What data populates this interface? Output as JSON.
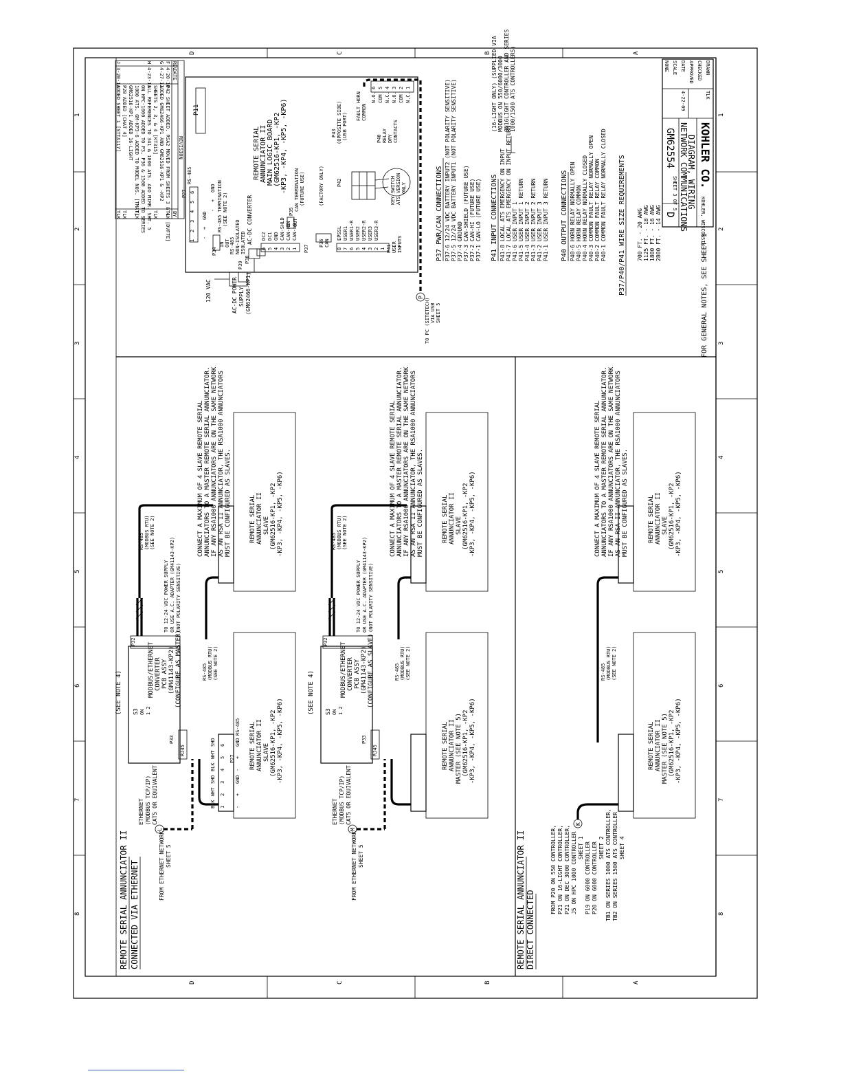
{
  "frame": {
    "zones_left": [
      "8",
      "7",
      "6",
      "5",
      "4",
      "3",
      "2",
      "1"
    ],
    "zones_top": [
      "D",
      "C",
      "B",
      "A"
    ]
  },
  "revisions": {
    "header": "REVISION",
    "col_rev": "REV",
    "col_date": "DATE",
    "col_by": "BY",
    "rows": [
      {
        "rev": "F",
        "date": "4-20-10",
        "desc": "P42 SHEET ADDED. RSA2 MOVED FROM SHEETS 3 & 4. [DVF7E]",
        "by": "TLK"
      },
      {
        "rev": "G",
        "date": "4-27-11",
        "desc": "ADDED GM62466-KP1 AND GM62516-KP1 & -KP2",
        "by": ""
      },
      {
        "rev": "",
        "date": "",
        "desc": "SHEETS 2, 3, & 4 [KT315]",
        "by": "TLK"
      },
      {
        "rev": "H",
        "date": "4-23-13",
        "desc": "ALL REFERENCES TO 341 & 1000 ATS. ADD MIRR. SHT. 5",
        "by": ""
      },
      {
        "rev": "",
        "date": "",
        "desc": "ON HPC-1000 ADDED TO P3, P36 & 1500 ADDED TO SERIES",
        "by": ""
      },
      {
        "rev": "",
        "date": "",
        "desc": "1000 ATS. GM-KP3-6 ADDED TO MODEL NOS. [TMAT]",
        "by": "TLK"
      },
      {
        "rev": "",
        "date": "",
        "desc": "GM62516-KP1 ADDED 16-LIGHT",
        "by": ""
      },
      {
        "rev": "",
        "date": "",
        "desc": "P20 ADDED [CHAT 4]",
        "by": "TLK"
      },
      {
        "rev": "J",
        "date": "3-20-14",
        "desc": "ADDED SHEET 1 [STTA117]",
        "by": "TLK"
      }
    ]
  },
  "ethernet_section": {
    "title_line1": "REMOTE SERIAL ANNUNCIATOR II",
    "title_line2": "CONNECTED VIA ETHERNET",
    "groups": [
      {
        "source": [
          "FROM ETHERNET NETWORK",
          "SHEET 5"
        ],
        "bubble": "L",
        "ethernet_label": [
          "ETHERNET",
          "(MODBUS TCP/IP)",
          "CAT5 OR EQUIVALENT"
        ],
        "see_note": "(SEE NOTE 4)",
        "rj45": "RJ45",
        "p33": "P33",
        "p32": "P32",
        "s3": [
          "S3",
          "ON",
          "1 2"
        ],
        "converter": [
          "MODBUS/ETHERNET",
          "CONVERTER",
          "PCB ASSY",
          "(GM41143-KP2)",
          "(CONFIGURE AS MASTER)"
        ],
        "power": [
          "TO 12-24 VDC POWER SUPPLY",
          "OR USE A.C. ADAPTER (GM41143-KP2)",
          "(NOT POLARITY SENSITIVE)"
        ],
        "rs485_top": [
          "RS-485",
          "(MODBUS RTU)",
          "(SEE NOTE 2)"
        ],
        "rs485_mid": [
          "RS-485",
          "(MODBUS RTU)",
          "(SEE NOTE 2)"
        ],
        "slave_a": [
          "REMOTE SERIAL",
          "ANNUNCIATOR II",
          "SLAVE",
          "(GM62516-KP1, -KP2",
          "-KP3, -KP4, -KP5, -KP6)"
        ],
        "slave_b": [
          "REMOTE SERIAL",
          "ANNUNCIATOR II",
          "SLAVE",
          "(GM62516-KP1, -KP2",
          "-KP3, -KP4, -KP5, -KP6)"
        ],
        "note": [
          "CONNECT A MAXIMUM OF 4 SLAVE REMOTE SERIAL",
          "ANNUNCIATORS TO A MASTER REMOTE SERIAL ANNUNCIATOR.",
          "IF ANY RSA1000 ANNUNCIATORS ARE ON THE SAME NETWORK",
          "AS AN RSA II ANNUNCIATOR, THE RSA1000 ANNUNCIATORS",
          "MUST BE CONFIGURED AS SLAVES."
        ]
      },
      {
        "source": [
          "FROM ETHERNET NETWORK",
          "SHEET 5"
        ],
        "bubble": "M",
        "ethernet_label": [
          "ETHERNET",
          "(MODBUS TCP/IP)",
          "CAT5 OR EQUIVALENT"
        ],
        "see_note": "(SEE NOTE 4)",
        "rj45": "RJ45",
        "p33": "P33",
        "p32": "P32",
        "s3": [
          "S3",
          "ON",
          "1 2"
        ],
        "converter": [
          "MODBUS/ETHERNET",
          "CONVERTER",
          "PCB ASSY",
          "(GM41143-KP2)",
          "(CONFIGURE AS SLAVE)"
        ],
        "power": [
          "TO 12-24 VDC POWER SUPPLY",
          "OR USE A.C. ADAPTER (GM41143-KP2)",
          "(NOT POLARITY SENSITIVE)"
        ],
        "rs485_top": [
          "RS-485",
          "(MODBUS RTU)",
          "(SEE NOTE 2)"
        ],
        "rs485_mid": [
          "RS-485",
          "(MODBUS RTU)",
          "(SEE NOTE 2)"
        ],
        "slave_a": [
          "REMOTE SERIAL",
          "ANNUNCIATOR II",
          "MASTER (SEE NOTE 5)",
          "(GM62516-KP1, -KP2",
          "-KP3, -KP4, -KP5, -KP6)"
        ],
        "slave_b": [
          "REMOTE SERIAL",
          "ANNUNCIATOR II",
          "SLAVE",
          "(GM62516-KP1, -KP2",
          "-KP3, -KP4, -KP5, -KP6)"
        ],
        "note": [
          "CONNECT A MAXIMUM OF 4 SLAVE REMOTE SERIAL",
          "ANNUNCIATORS TO A MASTER REMOTE SERIAL ANNUNCIATOR.",
          "IF ANY RSA1000 ANNUNCIATORS ARE ON THE SAME NETWORK",
          "AS AN RSA II ANNUNCIATOR, THE RSA1000 ANNUNCIATORS",
          "MUST BE CONFIGURED AS SLAVES."
        ]
      }
    ]
  },
  "connector": {
    "pins": [
      "1",
      "2",
      "3",
      "4",
      "5",
      "6"
    ],
    "signs": [
      "-",
      "+",
      "GND",
      "-",
      "+",
      "GND"
    ],
    "wires": [
      "BLK",
      "WHT",
      "SHD",
      "BLK",
      "WHT",
      "SHD"
    ],
    "label_p27": "P27",
    "label_rs485": "RS-485",
    "gnd": "GND"
  },
  "direct_section": {
    "title_line1": "REMOTE SERIAL ANNUNCIATOR II",
    "title_line2": "DIRECT CONNECTED",
    "bubble": "K",
    "from_list": [
      "FROM P20 ON 550 CONTROLLER,",
      "P21 ON 16-LIGHT CONTROLLER,",
      "P21 ON DEC 3000 CONTROLLER,",
      "J5 ON HPC 1000 CONTROLLER",
      "SHEET 1",
      "P19 ON 6000 CONTROLLER",
      "P20 ON 6000 CONTROLLER",
      "SHEET 2",
      "TB1 ON SERIES 1000 ATS CONTROLLER,",
      "TB2 ON SERIES 1500 ATS CONTROLLER",
      "SHEET 4"
    ],
    "rs485_mid": [
      "RS-485",
      "(MODBUS RTU)",
      "(SEE NOTE 2)"
    ],
    "master": [
      "REMOTE SERIAL",
      "ANNUNCIATOR II",
      "MASTER (SEE NOTE 5)",
      "(GM62516-KP1, -KP2",
      "-KP3, -KP4, -KP5, -KP6)"
    ],
    "slave": [
      "REMOTE SERIAL",
      "ANNUNCIATOR II",
      "SLAVE",
      "(GM62516-KP1, -KP2",
      "-KP3, -KP4, -KP5, -KP6)"
    ],
    "note": [
      "CONNECT A MAXIMUM OF 4 SLAVE REMOTE SERIAL",
      "ANNUNCIATORS TO A MASTER REMOTE SERIAL ANNUNCIATOR.",
      "IF ANY RSA1000 ANNUNCIATORS ARE ON THE SAME NETWORK",
      "AS AN RSA II ANNUNCIATOR, THE RSA1000 ANNUNCIATORS",
      "MUST BE CONFIGURED AS SLAVES."
    ]
  },
  "board": {
    "p11": "P11",
    "title": [
      "REMOTE SERIAL",
      "ANNUNCIATOR II",
      "MAIN LOGIC BOARD",
      "(GM62516-KP1, -KP2",
      "-KP3, -KP4, -KP5, -KP6)"
    ],
    "p27": "P27",
    "rs485": "RS-485",
    "p27_pins": [
      "1",
      "2",
      "3",
      "4",
      "5",
      "6"
    ],
    "p27_signs": [
      "-",
      "+",
      "GND",
      "-",
      "+",
      "GND"
    ],
    "p34": [
      "P34",
      "IN",
      "OUT"
    ],
    "termination": [
      "RS-485 TERMINATION",
      "(SEE NOTE 2)"
    ],
    "isolation": [
      "RS-485",
      "NON-ISOLATED",
      "ISOLATED"
    ],
    "p39": "P39",
    "p38": "P38",
    "acdc_converter": "AC-DC CONVERTER",
    "p37": "P37",
    "p37_pins": [
      "6",
      "5",
      "4",
      "3",
      "2",
      "1"
    ],
    "p37_labels": [
      "DC2",
      "DC1",
      "GND",
      "CAN-SHLD",
      "CAN-HI",
      "CAN-LO"
    ],
    "p35": [
      "P35",
      "IN",
      "OUT",
      "CAN TERMINATION",
      "(FUTURE USE)"
    ],
    "p36": [
      "P36",
      "CAN",
      "(FACTORY ONLY)"
    ],
    "p41": "P41",
    "p41_pins": [
      "8",
      "7",
      "6",
      "5",
      "4",
      "3",
      "2",
      "1"
    ],
    "p41_labels": [
      "EPSSL",
      "USER1",
      "USER1-R",
      "USER2",
      "USER2-R",
      "USER3",
      "USER3-R",
      ""
    ],
    "user_inputs": [
      "USER",
      "INPUTS"
    ],
    "p42": "P42",
    "key_switch": [
      "KEY SWITCH",
      "ATS VERSION",
      "ONLY"
    ],
    "p43": [
      "P43",
      "(OPPOSITE SIDE)",
      "(USB PORT)"
    ],
    "p40": [
      "P40",
      "RELAY",
      "DRY",
      "CONTACTS"
    ],
    "p40_pins": [
      "6",
      "5",
      "4",
      "3",
      "2",
      "1"
    ],
    "relay_labels": [
      "HORN",
      "FAULT",
      "COMMON",
      "N.O.",
      "COM",
      "N.C.",
      "N.O.",
      "COM",
      "N.C."
    ],
    "vac": "120 VAC",
    "power_supply": [
      "AC-DC POWER",
      "SUPPLY",
      "(GM62466-KP1)"
    ],
    "usb": [
      "TO PC (SITETECH)",
      "VIA USB",
      "SHEET 5"
    ],
    "usb_bubble": "P",
    "hint_16light": [
      "(16-LIGHT ONLY) (SUPPLIED VIA",
      "MODBUS ON 550/6000/3000",
      "ON16LIGHT CONTROLLER AND SERIES",
      "1000/1500 ATS CONTROLLERS)"
    ]
  },
  "pwr_can": {
    "title": "P37 PWR/CAN CONNECTIONS",
    "rows": [
      "P37-6   12/24 VDC BATTERY INPUT2 (NOT POLARITY SENSITIVE)",
      "P37-5   12/24 VDC BATTERY INPUT1 (NOT POLARITY SENSITIVE)",
      "P37-4   GROUND",
      "P37-3   CAN-SHIELD (FUTURE USE)",
      "P37-2   CAN-HI (FUTURE USE)",
      "P37-1   CAN-LO (FUTURE USE)"
    ]
  },
  "p41_conn": {
    "title": "P41 INPUT CONNECTIONS",
    "rows": [
      "P41-8   LOCAL ATS EMERGENCY ON INPUT",
      "P41-7   LOCAL ATS EMERGENCY ON INPUT RETURN",
      "P41-6   USER INPUT 1",
      "P41-5   USER INPUT 1 RETURN",
      "P41-4   USER INPUT 2",
      "P41-3   USER INPUT 2 RETURN",
      "P41-2   USER INPUT 3",
      "P41-1   USER INPUT 3 RETURN"
    ]
  },
  "p40_conn": {
    "title": "P40 OUTPUT CONNECTIONS",
    "rows": [
      "P40-6   HORN RELAY NORMALLY OPEN",
      "P40-5   HORN RELAY COMMON",
      "P40-4   HORN RELAY NORMALLY CLOSED",
      "P40-3   COMMON FAULT RELAY NORMALLY OPEN",
      "P40-2   COMMON FAULT RELAY COMMON",
      "P40-1   COMMON FAULT RELAY NORMALLY CLOSED"
    ]
  },
  "wire_size": {
    "title": "P37/P40/P41 WIRE SIZE REQUIREMENTS",
    "rows": [
      "700 FT. - 20 AWG",
      "1125 FT. - 18 AWG",
      "1800 FT. - 16 AWG",
      "2800 FT. - 14 AWG"
    ]
  },
  "general_notes": "FOR GENERAL NOTES, SEE SHEET 1",
  "title_block": {
    "company": "KOHLER CO.",
    "company_sub": "KOHLER, WISCONSIN",
    "title": [
      "DIAGRAM, WIRING",
      "NETWORK COMMUNICATIONS"
    ],
    "dwg_no": "GM62554",
    "size": "D",
    "sheet": "SHEET 3 OF 5",
    "drawn": "TLK",
    "date": "4-22-09",
    "fields": [
      "DRAWN",
      "CHECKED",
      "APPROVED",
      "DATE",
      "SCALE",
      "NONE"
    ]
  }
}
